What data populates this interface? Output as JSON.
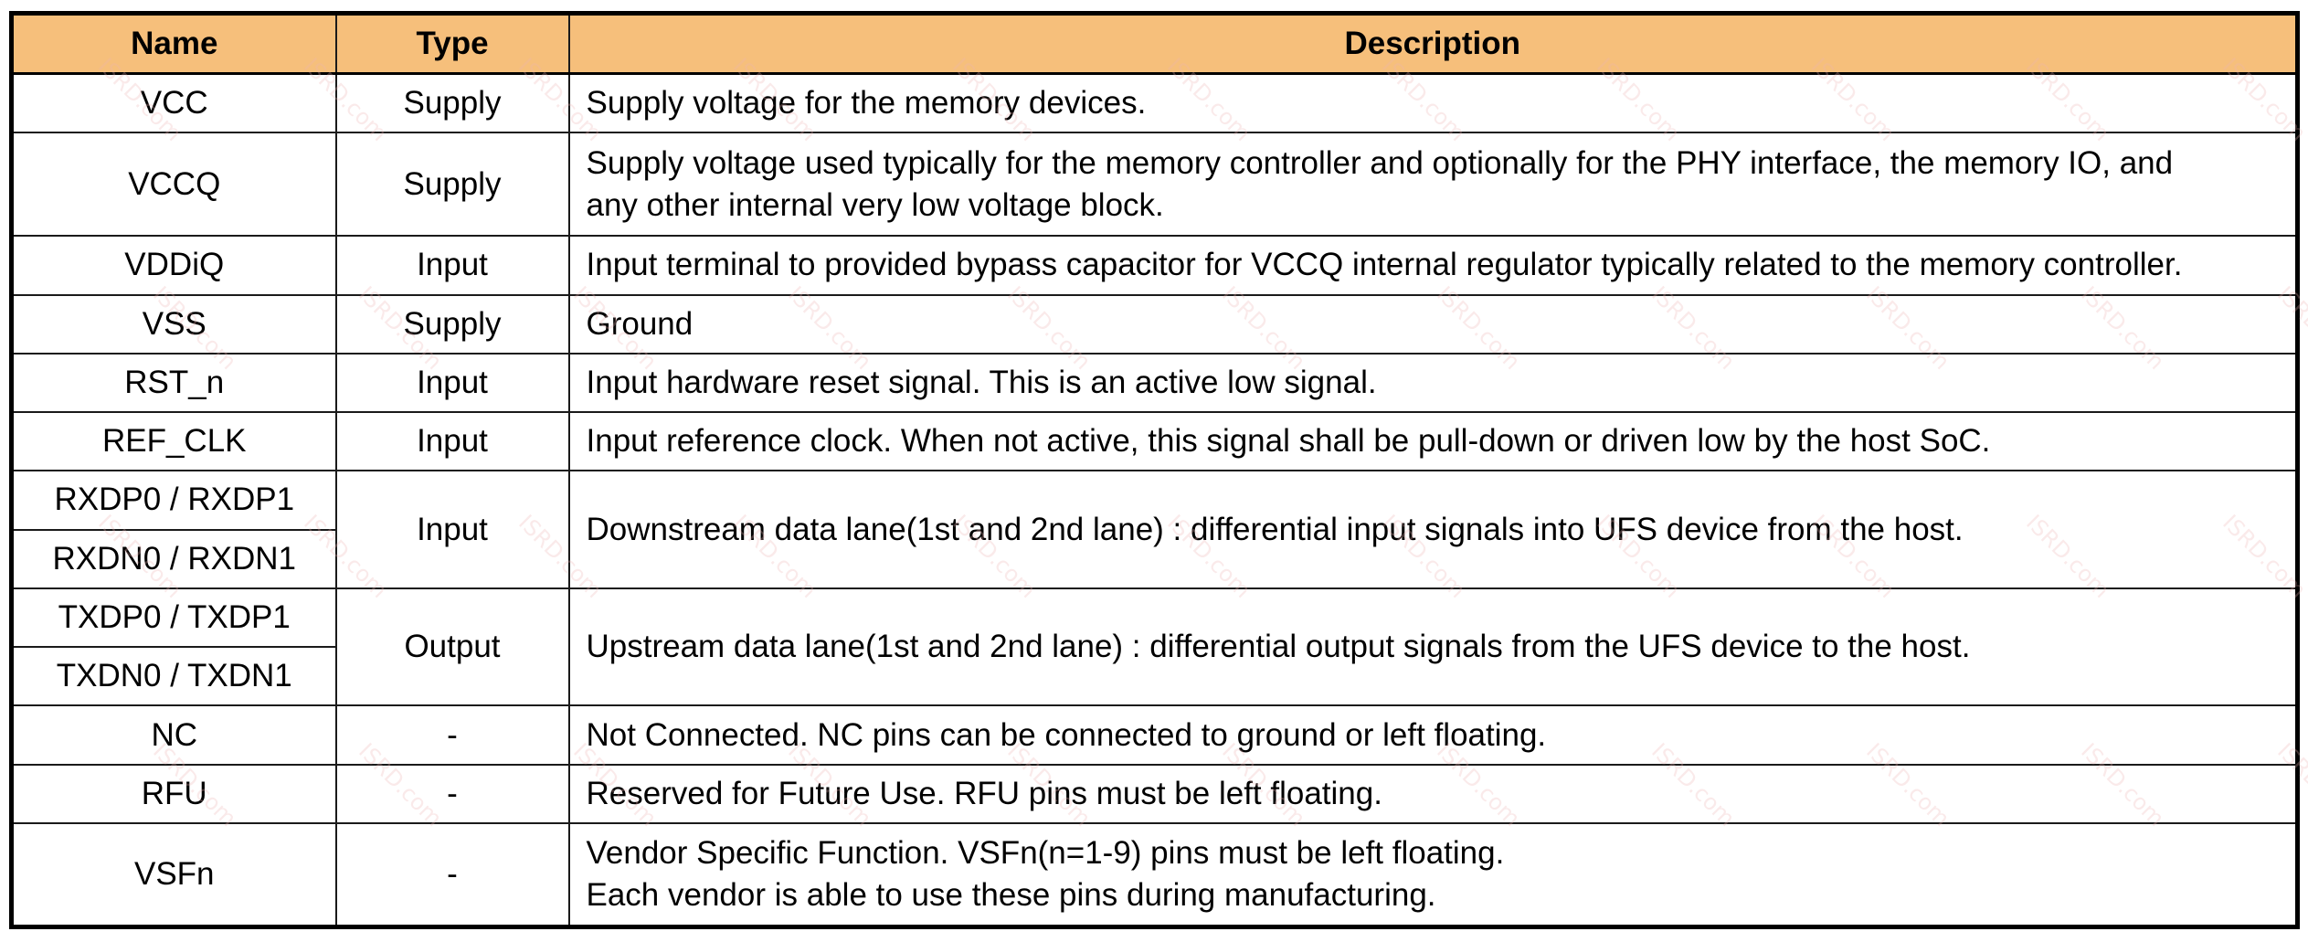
{
  "table": {
    "headers": {
      "name": "Name",
      "type": "Type",
      "description": "Description"
    },
    "rows": [
      {
        "name": "VCC",
        "type": "Supply",
        "description": "Supply voltage for the memory devices."
      },
      {
        "name": "VCCQ",
        "type": "Supply",
        "description_lines": [
          "Supply voltage used typically for the memory controller and optionally for the PHY interface, the memory IO, and",
          "any other internal very low voltage block."
        ]
      },
      {
        "name": "VDDiQ",
        "type": "Input",
        "description": "Input terminal to provided bypass capacitor for VCCQ internal regulator typically related to the memory controller."
      },
      {
        "name": "VSS",
        "type": "Supply",
        "description": "Ground"
      },
      {
        "name": "RST_n",
        "type": "Input",
        "description": "Input hardware reset signal. This is an active low signal."
      },
      {
        "name": "REF_CLK",
        "type": "Input",
        "description": "Input reference clock. When not active, this signal shall be pull-down or driven low by the host SoC."
      },
      {
        "names": [
          "RXDP0 / RXDP1",
          "RXDN0 / RXDN1"
        ],
        "type": "Input",
        "description": "Downstream data lane(1st and 2nd lane) : differential input signals into UFS device from the host."
      },
      {
        "names": [
          "TXDP0 / TXDP1",
          "TXDN0 / TXDN1"
        ],
        "type": "Output",
        "description": "Upstream data lane(1st and 2nd lane) : differential output signals from the UFS device to the host."
      },
      {
        "name": "NC",
        "type": "-",
        "description": "Not Connected. NC pins can be connected to ground or left floating."
      },
      {
        "name": "RFU",
        "type": "-",
        "description": "Reserved for Future Use. RFU pins must be left floating."
      },
      {
        "name": "VSFn",
        "type": "-",
        "description_lines": [
          "Vendor Specific Function. VSFn(n=1-9) pins must be left floating.",
          "Each vendor is able to use these pins during manufacturing."
        ]
      }
    ]
  },
  "watermark": {
    "text": "ISRD.com",
    "color": "#ecb4b4"
  },
  "colors": {
    "header_background": "#f6bf7b",
    "border": "#000000"
  }
}
